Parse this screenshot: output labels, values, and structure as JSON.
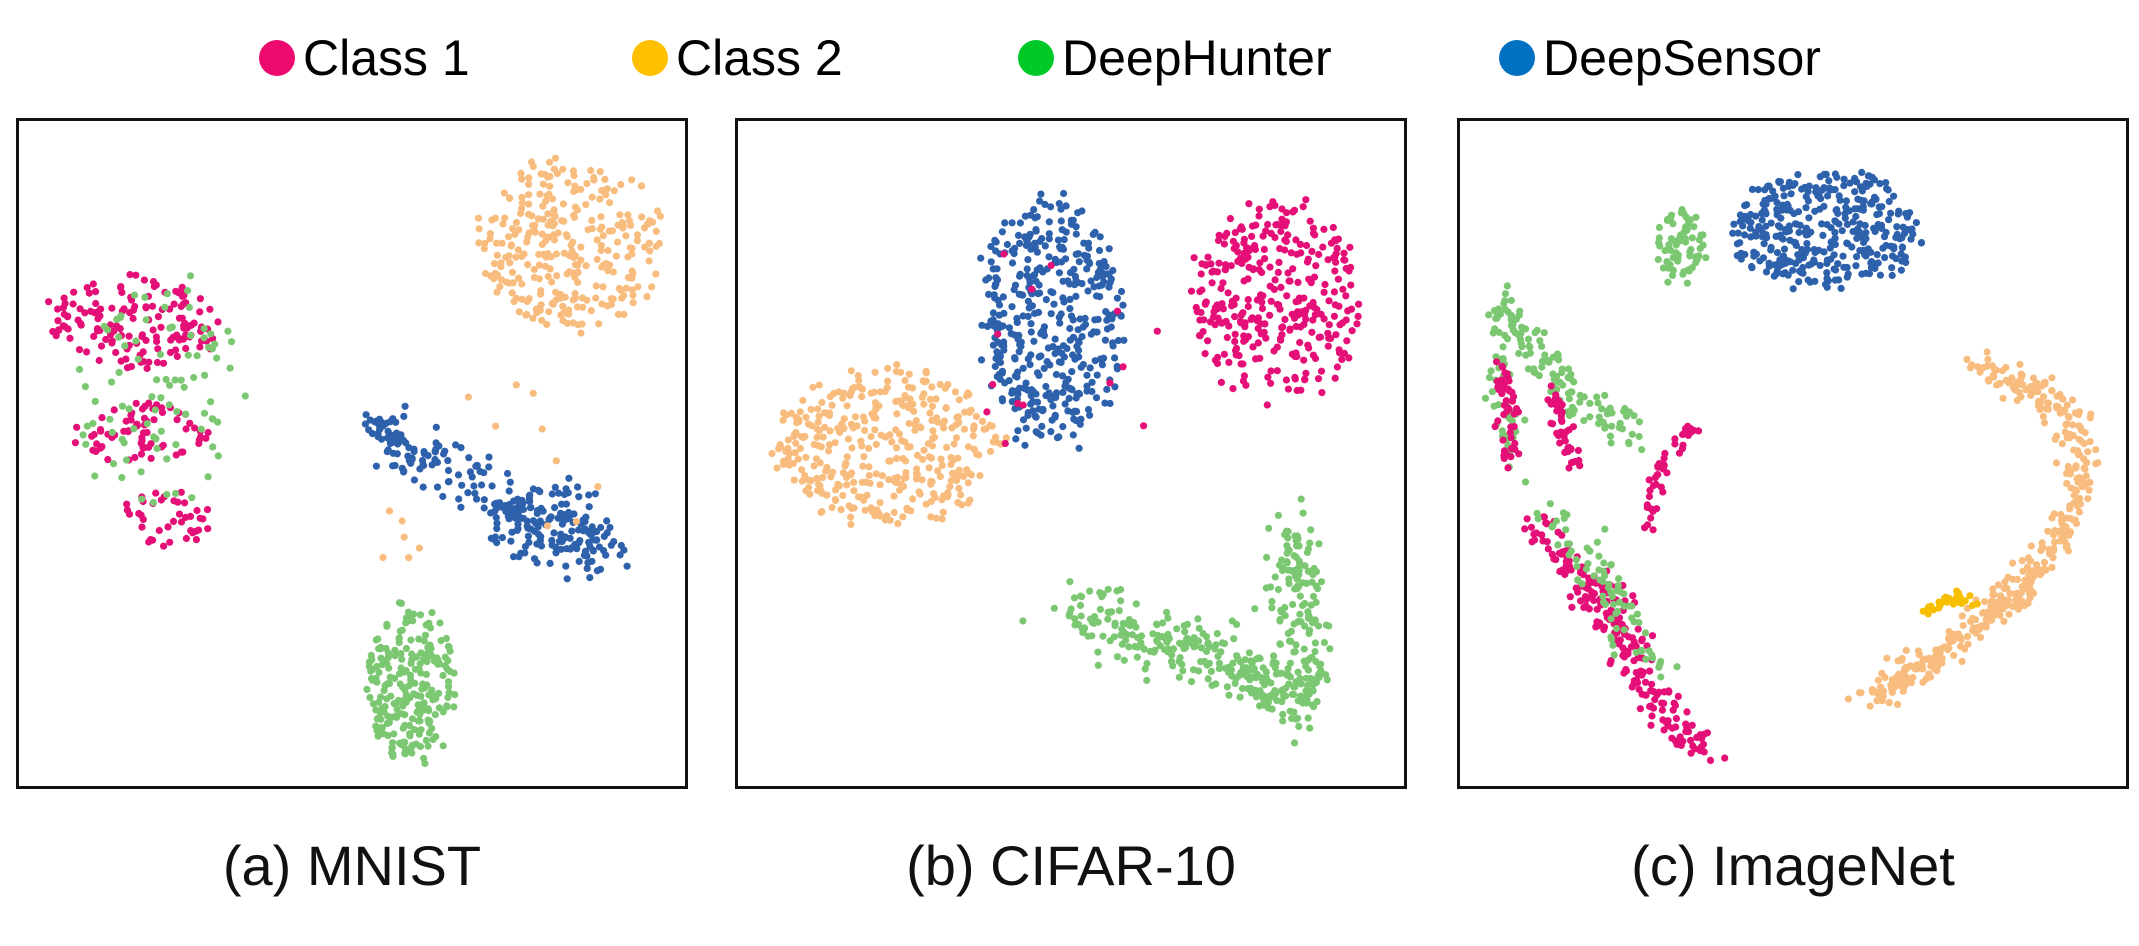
{
  "legend": [
    {
      "label": "Class 1",
      "color": "#EC0A6E"
    },
    {
      "label": "Class 2",
      "color": "#FFC000"
    },
    {
      "label": "DeepHunter",
      "color": "#00C826"
    },
    {
      "label": "DeepSensor",
      "color": "#0070C0"
    }
  ],
  "point_colors": {
    "Class 1": "#E40F77",
    "Class 2": "#F8BD7E",
    "Class 2 (highlight)": "#F8BF00",
    "DeepHunter": "#7CC872",
    "DeepSensor": "#2E61AC"
  },
  "chart_data": [
    {
      "type": "scatter",
      "caption": "(a) MNIST",
      "axes_visible": false,
      "xlim": [
        0,
        100
      ],
      "ylim": [
        0,
        100
      ],
      "clusters": [
        {
          "series": "Class 1",
          "shape": "blob",
          "cx": 17,
          "cy": 70,
          "rx": 13,
          "ry": 7,
          "n": 150
        },
        {
          "series": "Class 1",
          "shape": "blob",
          "cx": 18,
          "cy": 53,
          "rx": 11,
          "ry": 5,
          "n": 70
        },
        {
          "series": "Class 1",
          "shape": "blob",
          "cx": 22,
          "cy": 40,
          "rx": 7,
          "ry": 5,
          "n": 40
        },
        {
          "series": "DeepHunter",
          "shape": "blob",
          "cx": 20,
          "cy": 60,
          "rx": 13,
          "ry": 18,
          "n": 90
        },
        {
          "series": "Class 2",
          "shape": "blob",
          "cx": 83,
          "cy": 82,
          "rx": 14,
          "ry": 13,
          "n": 300
        },
        {
          "series": "DeepSensor",
          "shape": "curve",
          "path": [
            [
              53,
              56
            ],
            [
              58,
              51
            ],
            [
              64,
              48
            ],
            [
              72,
              44
            ],
            [
              81,
              36
            ],
            [
              90,
              35
            ]
          ],
          "width": 4.5,
          "n": 200
        },
        {
          "series": "DeepSensor",
          "shape": "blob",
          "cx": 80,
          "cy": 40,
          "rx": 10,
          "ry": 6,
          "n": 100
        },
        {
          "series": "Class 2",
          "shape": "scatter",
          "cx": 70,
          "cy": 48,
          "rx": 18,
          "ry": 14,
          "n": 15
        },
        {
          "series": "DeepHunter",
          "shape": "blob",
          "cx": 59,
          "cy": 15,
          "rx": 7,
          "ry": 12,
          "n": 230
        }
      ]
    },
    {
      "type": "scatter",
      "caption": "(b) CIFAR-10",
      "axes_visible": false,
      "xlim": [
        0,
        100
      ],
      "ylim": [
        0,
        100
      ],
      "clusters": [
        {
          "series": "DeepSensor",
          "shape": "blob",
          "cx": 47,
          "cy": 70,
          "rx": 11,
          "ry": 19,
          "n": 420
        },
        {
          "series": "Class 1",
          "shape": "blob",
          "cx": 81,
          "cy": 73,
          "rx": 13,
          "ry": 15,
          "n": 330
        },
        {
          "series": "Class 2",
          "shape": "blob",
          "cx": 22,
          "cy": 51,
          "rx": 17,
          "ry": 12,
          "n": 380
        },
        {
          "series": "DeepHunter",
          "shape": "curve",
          "path": [
            [
              50,
              27
            ],
            [
              60,
              22
            ],
            [
              72,
              20
            ],
            [
              80,
              15
            ],
            [
              84,
              12
            ],
            [
              85,
              28
            ],
            [
              84,
              38
            ]
          ],
          "width": 4.5,
          "n": 420
        },
        {
          "series": "Class 1",
          "shape": "scatter",
          "cx": 50,
          "cy": 66,
          "rx": 14,
          "ry": 16,
          "n": 14
        }
      ]
    },
    {
      "type": "scatter",
      "caption": "(c) ImageNet",
      "axes_visible": false,
      "xlim": [
        0,
        100
      ],
      "ylim": [
        0,
        100
      ],
      "clusters": [
        {
          "series": "DeepSensor",
          "shape": "blob",
          "cx": 55,
          "cy": 84,
          "rx": 14,
          "ry": 9,
          "n": 360
        },
        {
          "series": "DeepHunter",
          "shape": "blob",
          "cx": 33,
          "cy": 81,
          "rx": 4,
          "ry": 6,
          "n": 70
        },
        {
          "series": "DeepHunter",
          "shape": "curve",
          "path": [
            [
              6,
              73
            ],
            [
              10,
              67
            ],
            [
              14,
              62
            ],
            [
              18,
              58
            ],
            [
              22,
              56
            ],
            [
              26,
              52
            ]
          ],
          "width": 2.8,
          "n": 110
        },
        {
          "series": "DeepHunter",
          "shape": "curve",
          "path": [
            [
              7,
              74
            ],
            [
              6,
              66
            ],
            [
              6,
              56
            ],
            [
              8,
              48
            ]
          ],
          "width": 2.5,
          "n": 50
        },
        {
          "series": "Class 1",
          "shape": "curve",
          "path": [
            [
              6,
              63
            ],
            [
              7,
              55
            ],
            [
              7,
              49
            ]
          ],
          "width": 1.7,
          "n": 55
        },
        {
          "series": "Class 1",
          "shape": "curve",
          "path": [
            [
              14,
              59
            ],
            [
              15,
              52
            ],
            [
              17,
              48
            ]
          ],
          "width": 1.7,
          "n": 45
        },
        {
          "series": "Class 1",
          "shape": "curve",
          "path": [
            [
              10,
              39
            ],
            [
              15,
              35
            ],
            [
              21,
              28
            ],
            [
              26,
              19
            ],
            [
              30,
              12
            ],
            [
              34,
              6
            ],
            [
              38,
              5
            ]
          ],
          "width": 3.0,
          "n": 230
        },
        {
          "series": "DeepHunter",
          "shape": "curve",
          "path": [
            [
              12,
              41
            ],
            [
              18,
              35
            ],
            [
              25,
              25
            ],
            [
              30,
              16
            ]
          ],
          "width": 3.2,
          "n": 80
        },
        {
          "series": "Class 1",
          "shape": "curve",
          "path": [
            [
              28,
              39
            ],
            [
              30,
              48
            ],
            [
              35,
              55
            ]
          ],
          "width": 1.6,
          "n": 45
        },
        {
          "series": "Class 2",
          "shape": "curve",
          "path": [
            [
              78,
              63
            ],
            [
              86,
              60
            ],
            [
              92,
              55
            ],
            [
              94,
              47
            ],
            [
              91,
              38
            ],
            [
              85,
              30
            ],
            [
              78,
              24
            ],
            [
              70,
              18
            ],
            [
              61,
              13
            ]
          ],
          "width": 2.6,
          "n": 420
        },
        {
          "series": "Class 2 (highlight)",
          "shape": "curve",
          "path": [
            [
              70,
              26
            ],
            [
              74,
              28
            ],
            [
              79,
              27
            ]
          ],
          "width": 0.9,
          "n": 30
        }
      ]
    }
  ]
}
